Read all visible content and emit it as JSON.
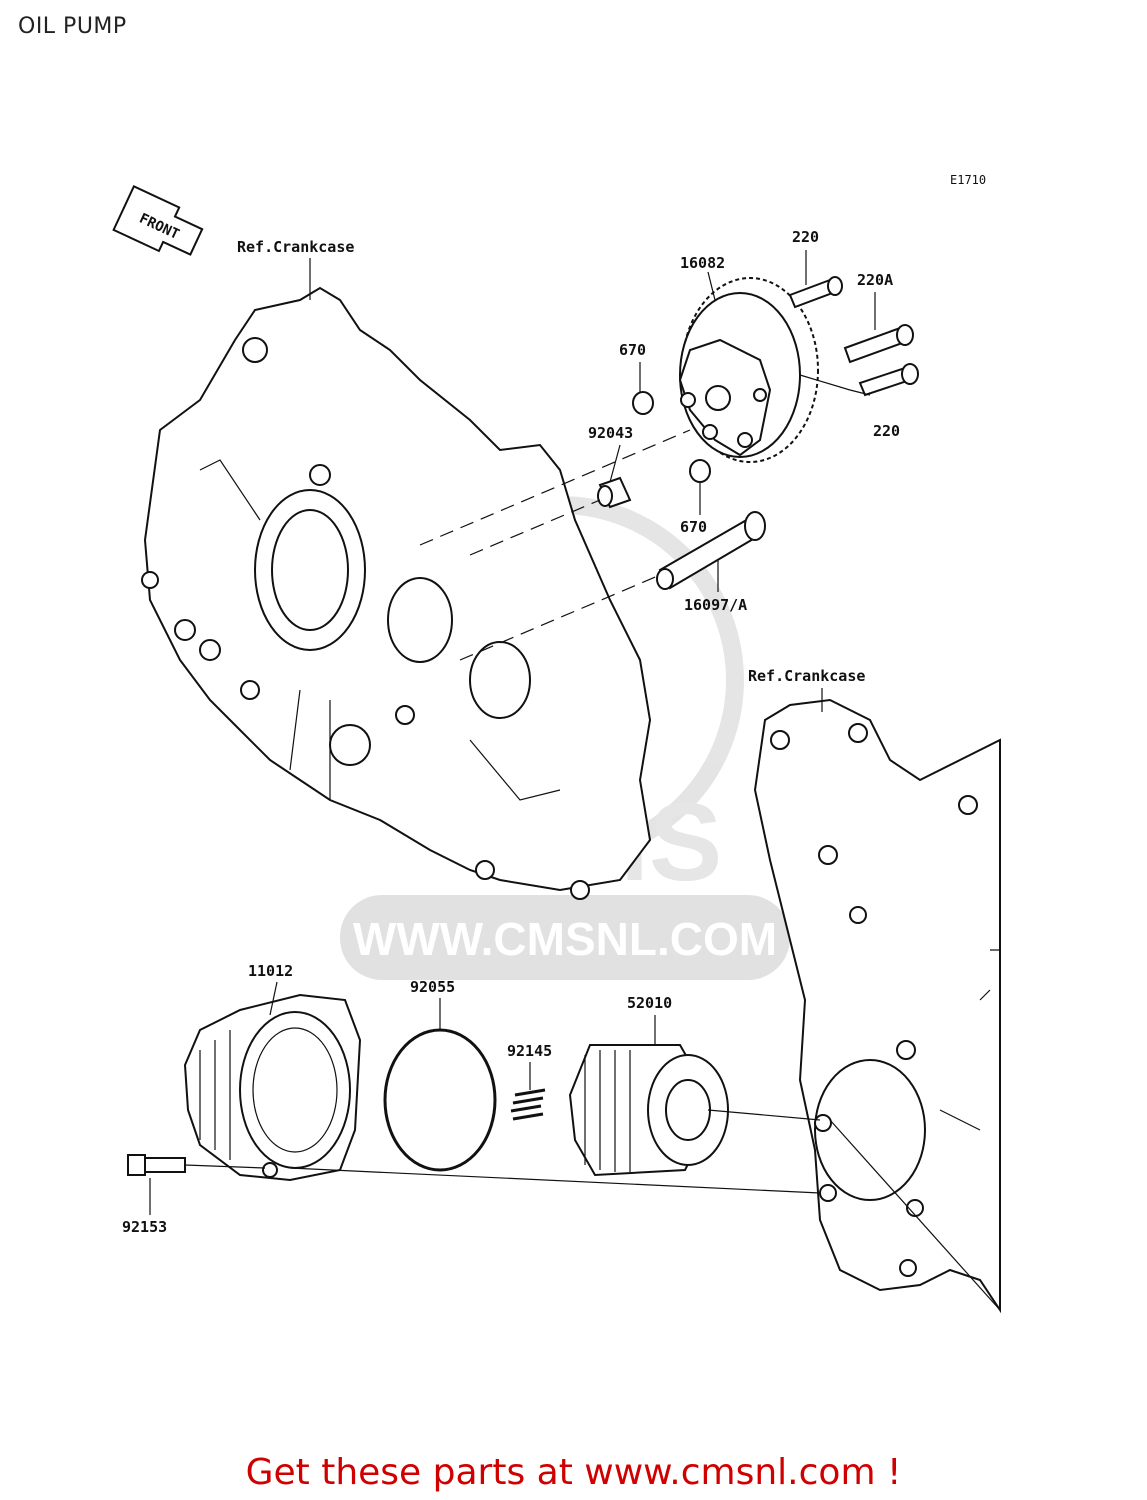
{
  "title": "OIL PUMP",
  "diagram_code": "E1710",
  "front_label": "FRONT",
  "watermark": {
    "url_text": "WWW.CMSNL.COM",
    "logo_text": "CMS"
  },
  "ref_labels": {
    "upper": "Ref.Crankcase",
    "lower": "Ref.Crankcase"
  },
  "parts": {
    "p16082": "16082",
    "p220_top": "220",
    "p220a": "220A",
    "p220_bottom": "220",
    "p670_top": "670",
    "p670_bottom": "670",
    "p92043": "92043",
    "p16097": "16097/A",
    "p11012": "11012",
    "p92055": "92055",
    "p92145": "92145",
    "p52010": "52010",
    "p92153": "92153"
  },
  "footer": "Get these parts at www.cmsnl.com !",
  "colors": {
    "footer": "#d10000",
    "watermark": "#d9d9d9",
    "line": "#111111"
  }
}
